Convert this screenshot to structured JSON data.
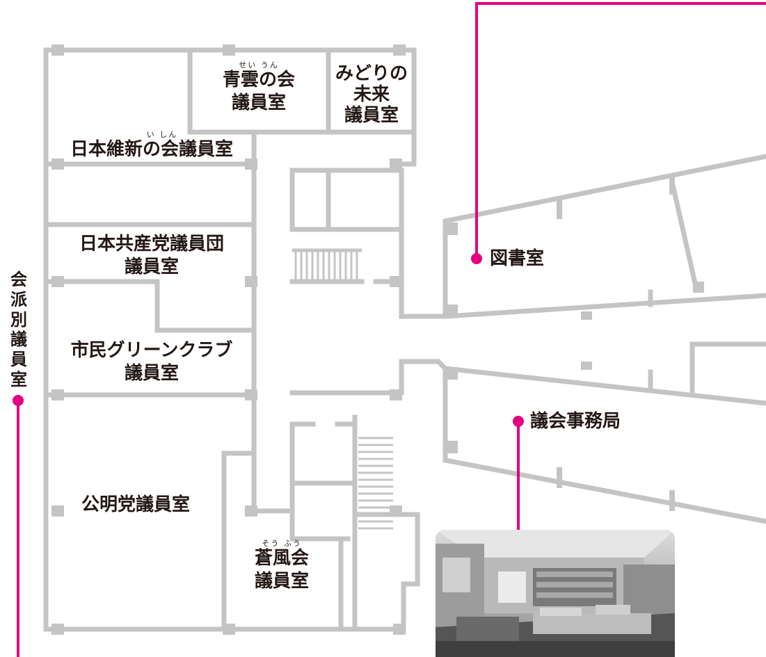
{
  "section_label": "会派別議員室",
  "rooms": {
    "seiun": {
      "ruby": "せい うん",
      "line1": "青雲の会",
      "line2": "議員室"
    },
    "midori": {
      "line1": "みどりの",
      "line2": "未来",
      "line3": "議員室"
    },
    "ishin": {
      "ruby": "い しん",
      "text": "日本維新の会議員室"
    },
    "kyosan": {
      "line1": "日本共産党議員団",
      "line2": "議員室"
    },
    "green": {
      "line1": "市民グリーンクラブ",
      "line2": "議員室"
    },
    "komei": {
      "text": "公明党議員室"
    },
    "sofu": {
      "ruby": "そう ふう",
      "line1": "蒼風会",
      "line2": "議員室"
    }
  },
  "callouts": {
    "library": "図書室",
    "secretariat": "議会事務局"
  },
  "colors": {
    "wall": "#c4c4c4",
    "leader": "#e4007f",
    "text": "#231815"
  }
}
